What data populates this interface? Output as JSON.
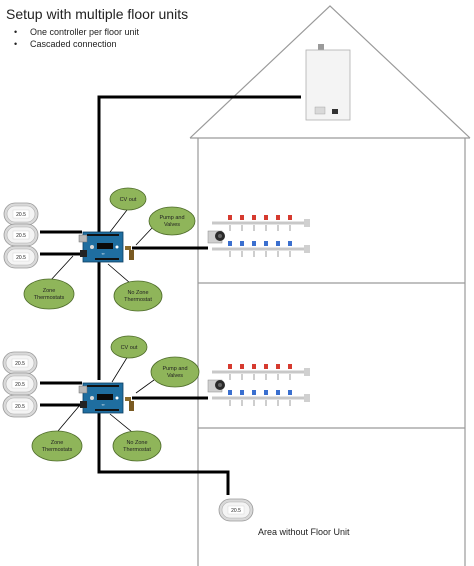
{
  "title": "Setup with multiple floor units",
  "bullets": [
    "One controller per floor unit",
    "Cascaded connection"
  ],
  "callouts": {
    "floor1": {
      "cv_out": "CV out",
      "pump_valves": [
        "Pump and",
        "Valves"
      ],
      "zone_thermostats": [
        "Zone",
        "Thermostats"
      ],
      "no_zone_thermostat": [
        "No Zone",
        "Thermostat"
      ]
    },
    "floor2": {
      "cv_out": "CV out",
      "pump_valves": [
        "Pump and",
        "Valves"
      ],
      "zone_thermostats": [
        "Zone",
        "Thermostats"
      ],
      "no_zone_thermostat": [
        "No Zone",
        "Thermostat"
      ]
    }
  },
  "thermostat_display": "20.5",
  "area_label": "Area without Floor Unit",
  "colors": {
    "callout_fill": "#8fb55a",
    "callout_stroke": "#4e6b2a",
    "board_blue": "#1f6ea0",
    "wire": "#000000",
    "house_line": "#9a9a9a",
    "valve_red": "#d63a2f",
    "valve_blue": "#3a6fcf"
  },
  "icons": [
    "boiler-icon",
    "thermostat-icon",
    "controller-board-icon",
    "manifold-icon",
    "house-outline"
  ]
}
